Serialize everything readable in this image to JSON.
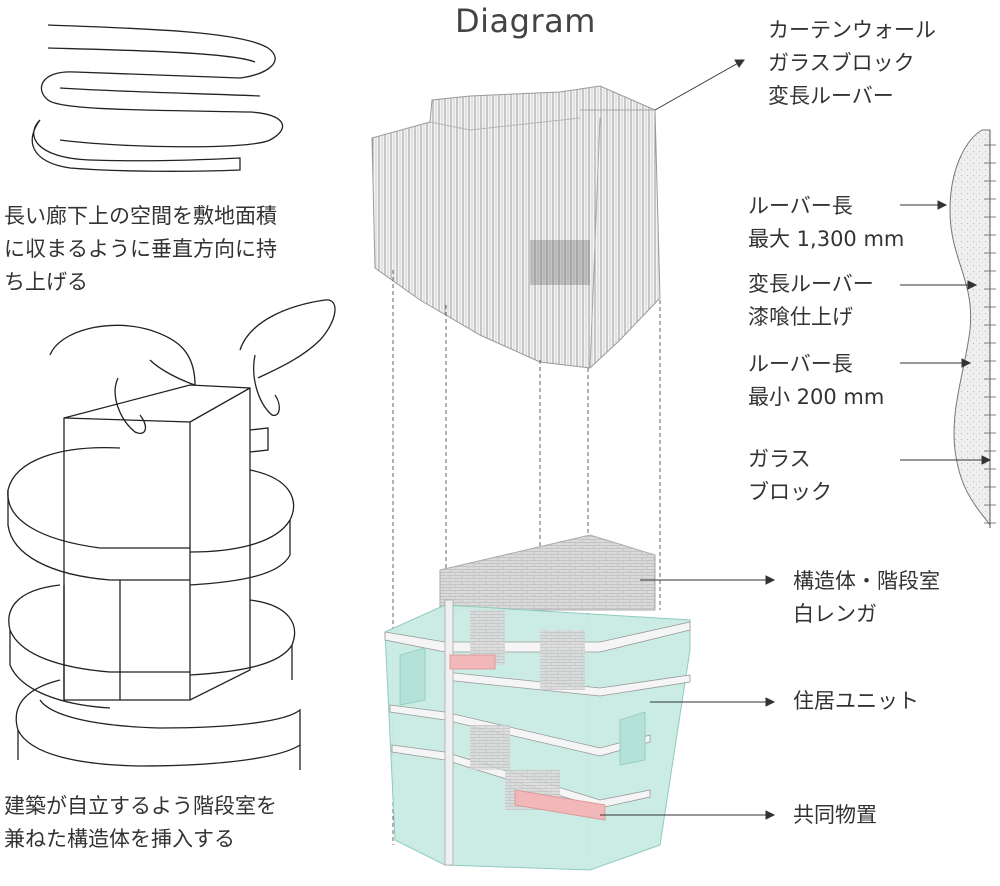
{
  "title": "Diagram",
  "captions": {
    "top": "長い廊下上の空間を敷地面積\nに収まるように垂直方向に持\nち上げる",
    "bottom": "建築が自立するよう階段室を\n兼ねた構造体を挿入する"
  },
  "labels": {
    "facade": "カーテンウォール\nガラスブロック\n変長ルーバー",
    "louver_max": "ルーバー長\n最大 1,300 mm",
    "louver_finish": "変長ルーバー\n漆喰仕上げ",
    "louver_min": "ルーバー長\n最小 200 mm",
    "glass_block": "ガラス\nブロック",
    "structure": "構造体・階段室\n白レンガ",
    "units": "住居ユニット",
    "storage": "共同物置"
  },
  "colors": {
    "unit_fill": "#c9ece4",
    "storage_fill": "#f2b7b8",
    "louver": "#f2f2f2",
    "brick": "#d8d8d8",
    "line": "#333333"
  }
}
